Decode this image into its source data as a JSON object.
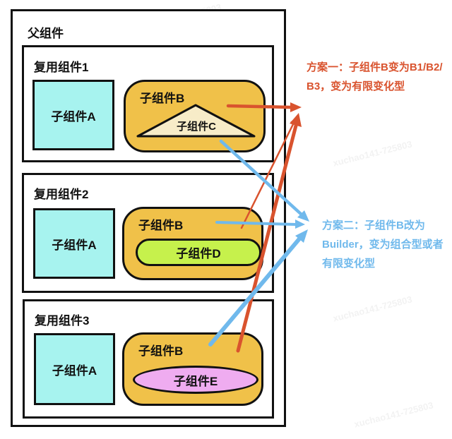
{
  "diagram": {
    "parent_label": "父组件",
    "groups": [
      {
        "label": "复用组件1",
        "child_a_label": "子组件A",
        "child_b_label": "子组件B",
        "inner_label": "子组件C",
        "inner_shape": "triangle"
      },
      {
        "label": "复用组件2",
        "child_a_label": "子组件A",
        "child_b_label": "子组件B",
        "inner_label": "子组件D",
        "inner_shape": "stadium"
      },
      {
        "label": "复用组件3",
        "child_a_label": "子组件A",
        "child_b_label": "子组件B",
        "inner_label": "子组件E",
        "inner_shape": "ellipse"
      }
    ],
    "annotations": [
      {
        "id": "plan1",
        "lines": [
          "方案一：子组件B变为B1/B2/",
          "B3，变为有限变化型"
        ]
      },
      {
        "id": "plan2",
        "lines": [
          "方案二：子组件B改为",
          "Builder，变为组合型或者",
          "有限变化型"
        ]
      }
    ],
    "arrows": [
      {
        "group": "复用组件1",
        "to": "plan1",
        "color_name": "red"
      },
      {
        "group": "复用组件2",
        "to": "plan1",
        "color_name": "red"
      },
      {
        "group": "复用组件3",
        "to": "plan1",
        "color_name": "red"
      },
      {
        "group": "复用组件1",
        "to": "plan2",
        "color_name": "blue"
      },
      {
        "group": "复用组件2",
        "to": "plan2",
        "color_name": "blue"
      },
      {
        "group": "复用组件3",
        "to": "plan2",
        "color_name": "blue"
      }
    ],
    "colors": {
      "cyan": "#a7f3ef",
      "orange": "#f0c149",
      "cream": "#f7ecc8",
      "green": "#c6f14c",
      "pink": "#efacf0",
      "red": "#d9532e",
      "blue": "#70b9ec",
      "border": "#111111"
    },
    "watermark": "xuchao141-725803"
  }
}
